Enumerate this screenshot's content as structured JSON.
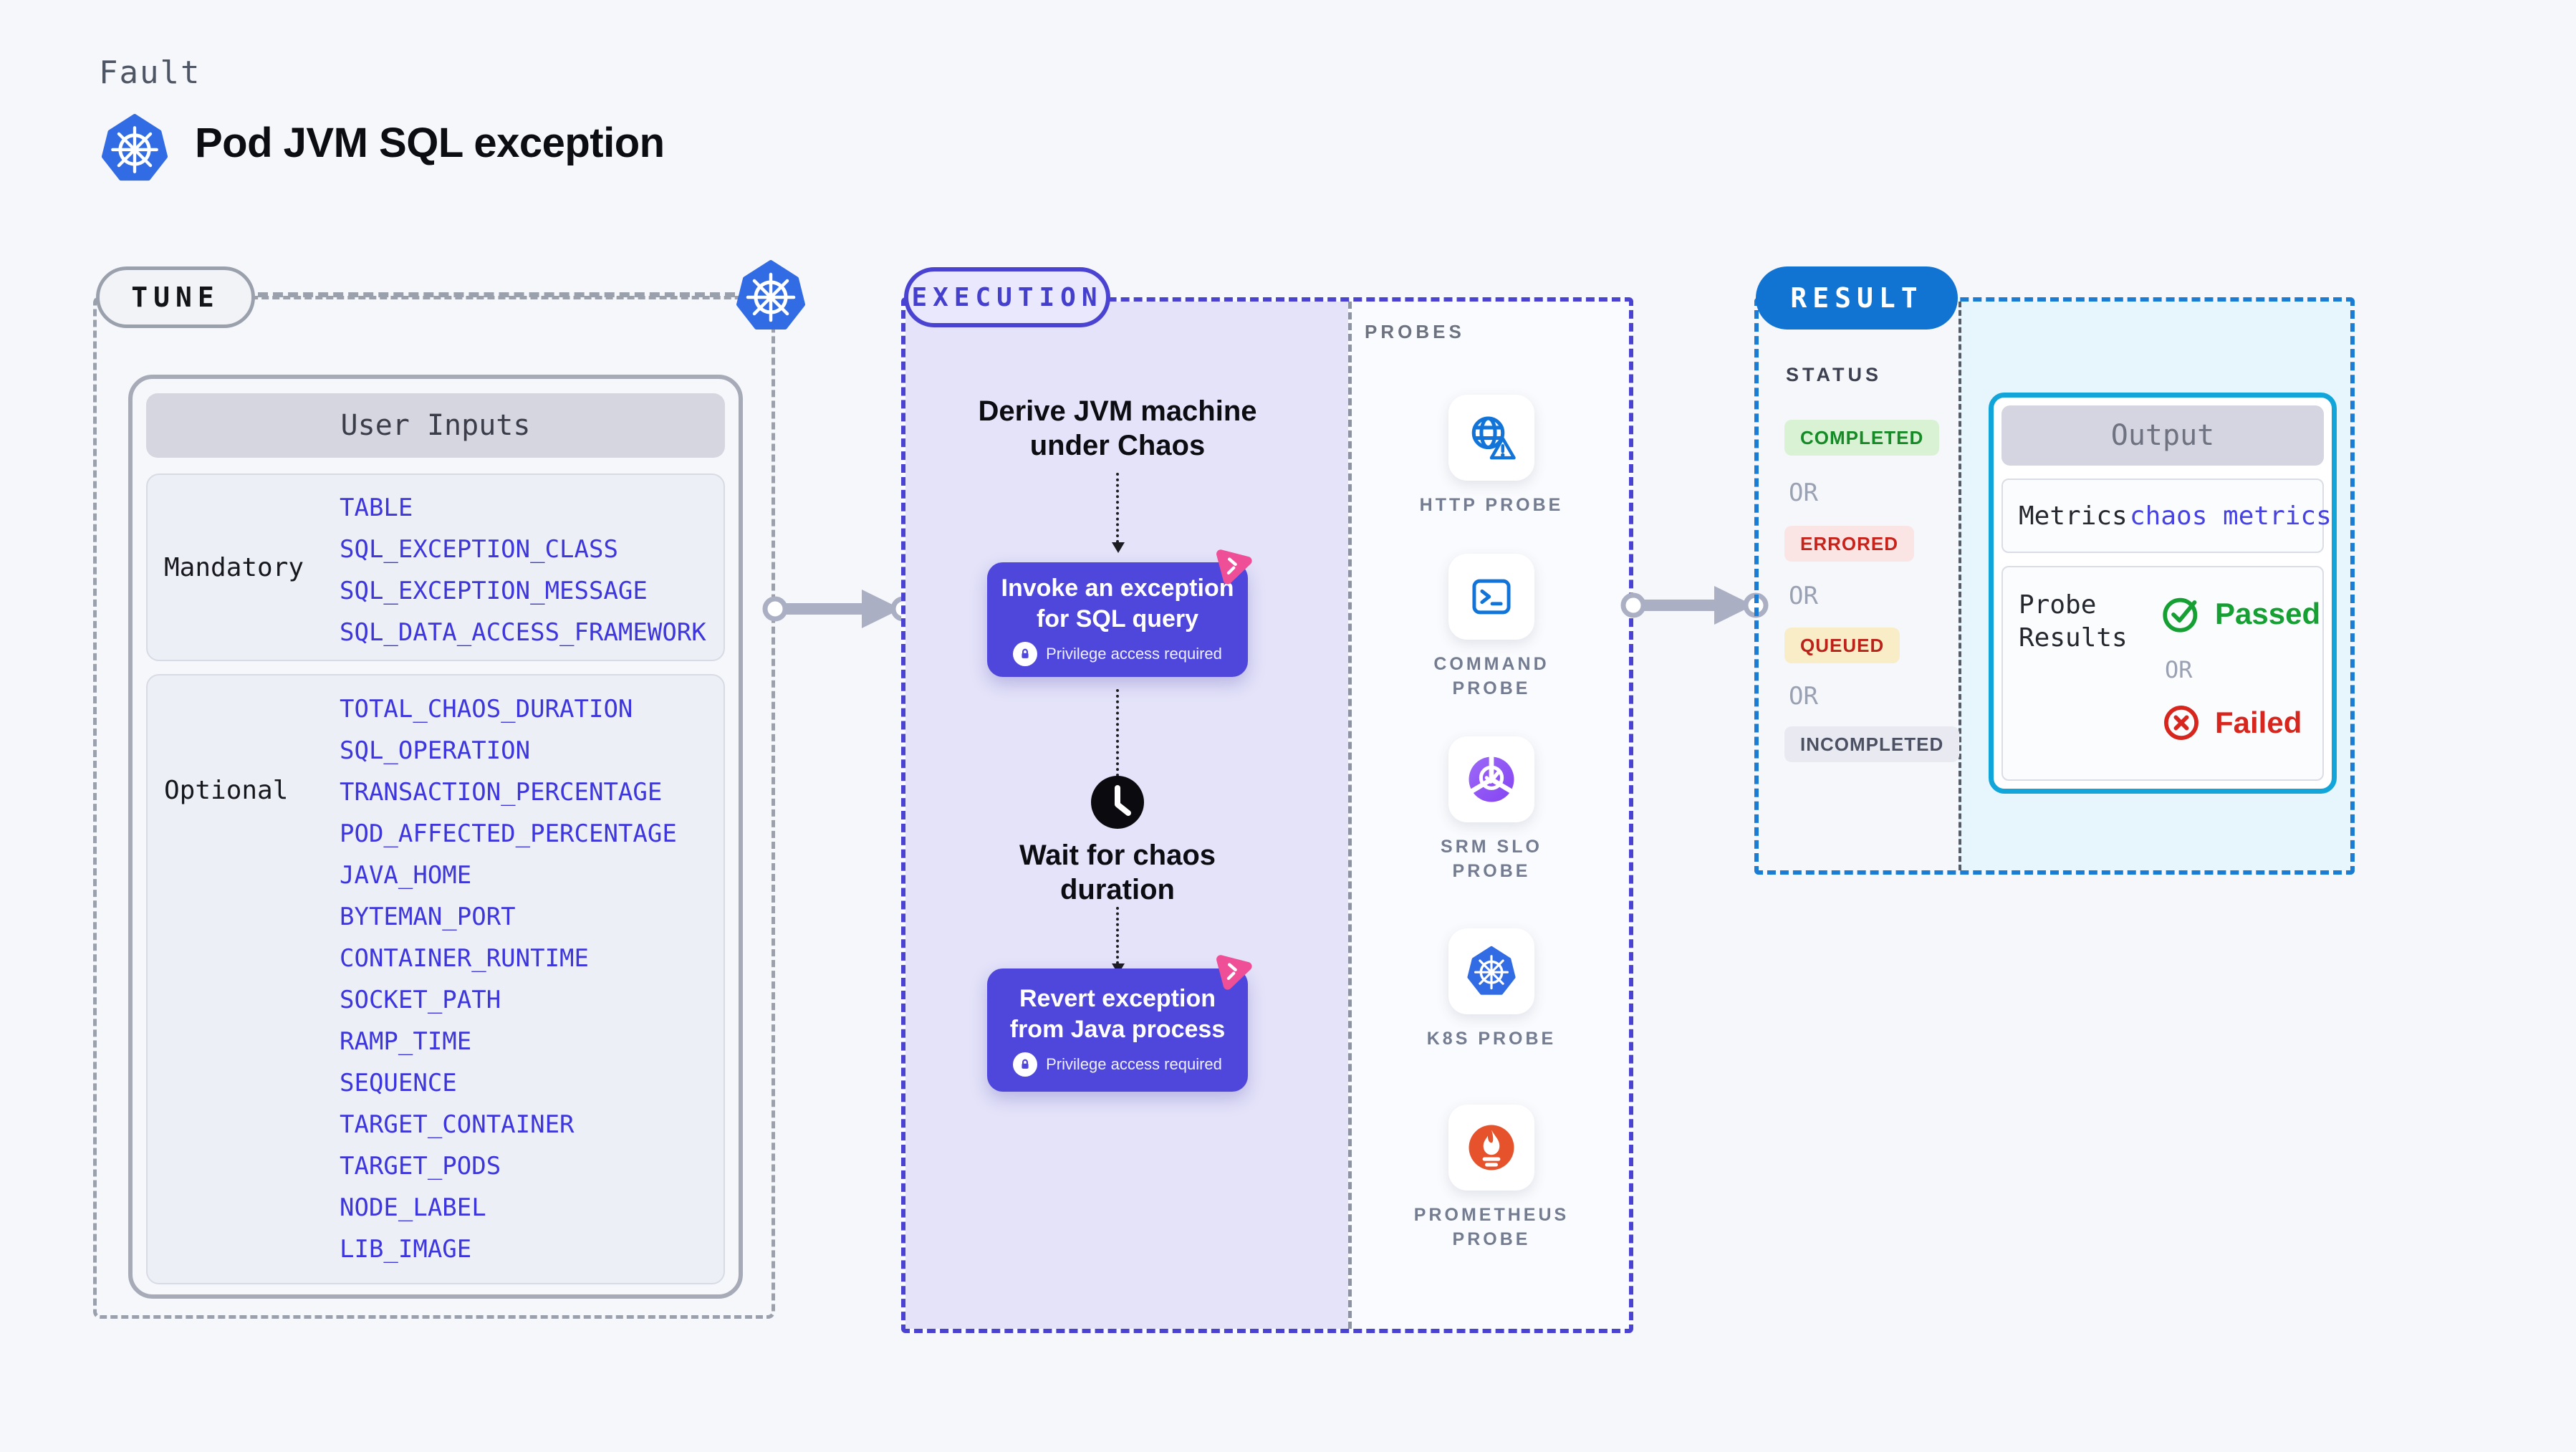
{
  "page": {
    "kicker": "Fault",
    "title": "Pod JVM SQL exception"
  },
  "tune": {
    "badge": "TUNE",
    "table": {
      "header": "User Inputs",
      "groups": [
        {
          "label": "Mandatory",
          "items": [
            "TABLE",
            "SQL_EXCEPTION_CLASS",
            "SQL_EXCEPTION_MESSAGE",
            "SQL_DATA_ACCESS_FRAMEWORK"
          ]
        },
        {
          "label": "Optional",
          "items": [
            "TOTAL_CHAOS_DURATION",
            "SQL_OPERATION",
            "TRANSACTION_PERCENTAGE",
            "POD_AFFECTED_PERCENTAGE",
            "JAVA_HOME",
            "BYTEMAN_PORT",
            "CONTAINER_RUNTIME",
            "SOCKET_PATH",
            "RAMP_TIME",
            "SEQUENCE",
            "TARGET_CONTAINER",
            "TARGET_PODS",
            "NODE_LABEL",
            "LIB_IMAGE"
          ]
        }
      ]
    }
  },
  "execution": {
    "badge": "EXECUTION",
    "derive_step": [
      "Derive JVM machine",
      "under Chaos"
    ],
    "invoke_step": {
      "lines": [
        "Invoke an exception",
        "for SQL query"
      ],
      "note": "Privilege access required"
    },
    "wait_step": [
      "Wait for chaos",
      "duration"
    ],
    "revert_step": {
      "lines": [
        "Revert exception",
        "from Java process"
      ],
      "note": "Privilege access required"
    },
    "probes": {
      "heading": "PROBES",
      "items": [
        {
          "label": "HTTP PROBE",
          "icon": "globe-alert-icon"
        },
        {
          "label": "COMMAND PROBE",
          "icon": "terminal-icon"
        },
        {
          "label": "SRM SLO PROBE",
          "icon": "slo-check-icon"
        },
        {
          "label": "K8S PROBE",
          "icon": "kubernetes-icon"
        },
        {
          "label": "PROMETHEUS PROBE",
          "icon": "prometheus-icon"
        }
      ]
    }
  },
  "result": {
    "badge": "RESULT",
    "status_heading": "STATUS",
    "or_label": "OR",
    "statuses": [
      {
        "label": "COMPLETED",
        "color": "#168a26"
      },
      {
        "label": "ERRORED",
        "color": "#c7231b"
      },
      {
        "label": "QUEUED",
        "color": "#ba221a"
      },
      {
        "label": "INCOMPLETED",
        "color": "#4b5062"
      }
    ],
    "output": {
      "header": "Output",
      "metrics_label": "Metrics",
      "metrics_value": "chaos metrics",
      "probe_results_label_lines": [
        "Probe",
        "Results"
      ],
      "passed_label": "Passed",
      "failed_label": "Failed"
    }
  },
  "colors": {
    "page_bg": "#f6f7fb",
    "indigo_accent": "#4a43d1",
    "indigo_card": "#4f46dc",
    "lavender_fill": "#e4e3f9",
    "result_blue": "#1173d2",
    "cyan_panel": "#e7f6fc",
    "output_border": "#12a5da",
    "kubernetes_blue": "#326ce5",
    "prometheus_orange": "#e6522c",
    "chaos_pink": "#ee4f96",
    "passed_green": "#16a034",
    "failed_red": "#d7261d"
  }
}
